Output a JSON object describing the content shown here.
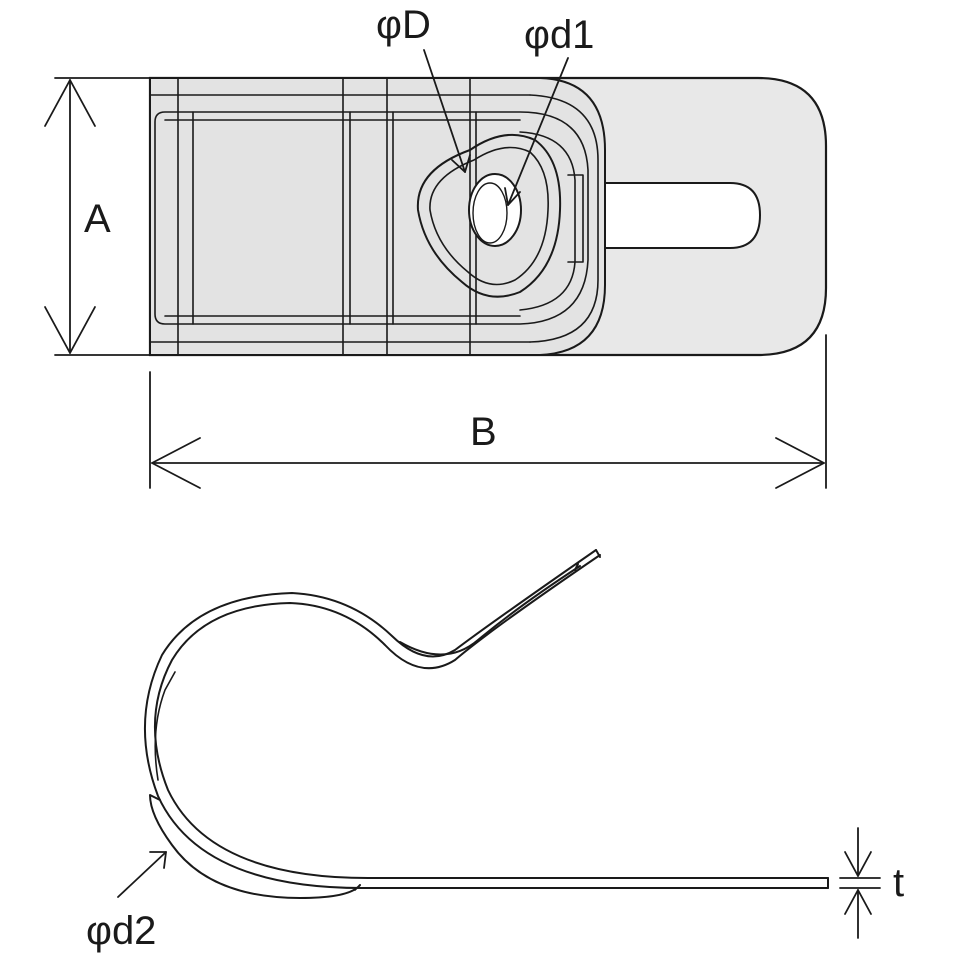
{
  "labels": {
    "dim_A": "A",
    "dim_B": "B",
    "dia_D": "φD",
    "dia_d1": "φd1",
    "dia_d2": "φd2",
    "thickness_t": "t"
  },
  "colors": {
    "line": "#1a1a1a",
    "fill": "#e8e8e8",
    "background": "#ffffff"
  }
}
